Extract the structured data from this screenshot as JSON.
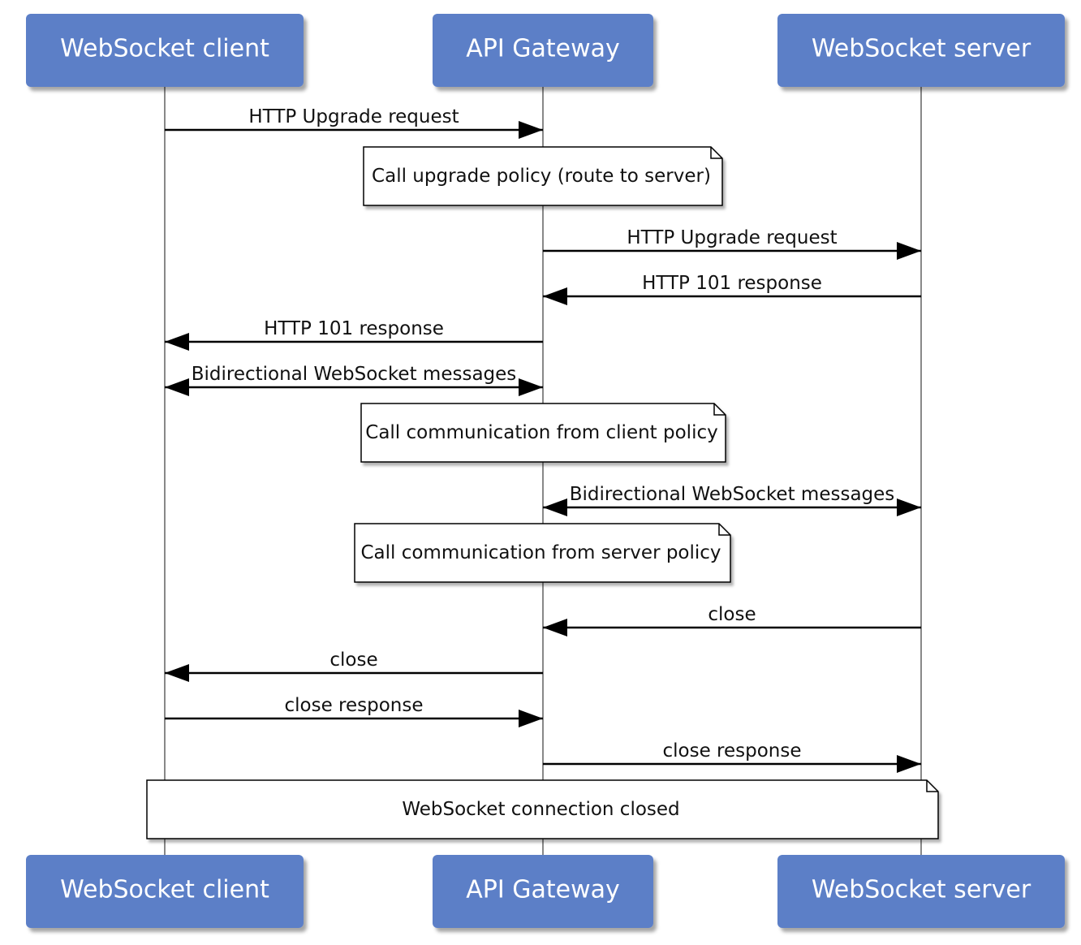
{
  "participants": [
    {
      "id": "client",
      "label": "WebSocket client"
    },
    {
      "id": "gateway",
      "label": "API Gateway"
    },
    {
      "id": "server",
      "label": "WebSocket server"
    }
  ],
  "steps": [
    {
      "kind": "message",
      "from": "client",
      "to": "gateway",
      "label": "HTTP Upgrade request"
    },
    {
      "kind": "note",
      "over": [
        "gateway"
      ],
      "label": "Call upgrade policy (route to server)"
    },
    {
      "kind": "message",
      "from": "gateway",
      "to": "server",
      "label": "HTTP Upgrade request"
    },
    {
      "kind": "message",
      "from": "server",
      "to": "gateway",
      "label": "HTTP 101 response"
    },
    {
      "kind": "message",
      "from": "gateway",
      "to": "client",
      "label": "HTTP 101 response"
    },
    {
      "kind": "message",
      "from": "client",
      "to": "gateway",
      "bidirectional": true,
      "label": "Bidirectional WebSocket messages"
    },
    {
      "kind": "note",
      "over": [
        "gateway"
      ],
      "label": "Call communication from client policy"
    },
    {
      "kind": "message",
      "from": "gateway",
      "to": "server",
      "bidirectional": true,
      "label": "Bidirectional WebSocket messages"
    },
    {
      "kind": "note",
      "over": [
        "gateway"
      ],
      "label": "Call communication from server policy"
    },
    {
      "kind": "message",
      "from": "server",
      "to": "gateway",
      "label": "close"
    },
    {
      "kind": "message",
      "from": "gateway",
      "to": "client",
      "label": "close"
    },
    {
      "kind": "message",
      "from": "client",
      "to": "gateway",
      "label": "close response"
    },
    {
      "kind": "message",
      "from": "gateway",
      "to": "server",
      "label": "close response"
    },
    {
      "kind": "note",
      "over": [
        "client",
        "server"
      ],
      "label": "WebSocket connection closed"
    }
  ],
  "colors": {
    "participant_fill": "#5b7fc7",
    "participant_text": "#ffffff",
    "lifeline": "#888888",
    "arrow": "#000000",
    "note_fill": "#ffffff",
    "note_border": "#000000",
    "shadow": "#9a9a9a"
  }
}
